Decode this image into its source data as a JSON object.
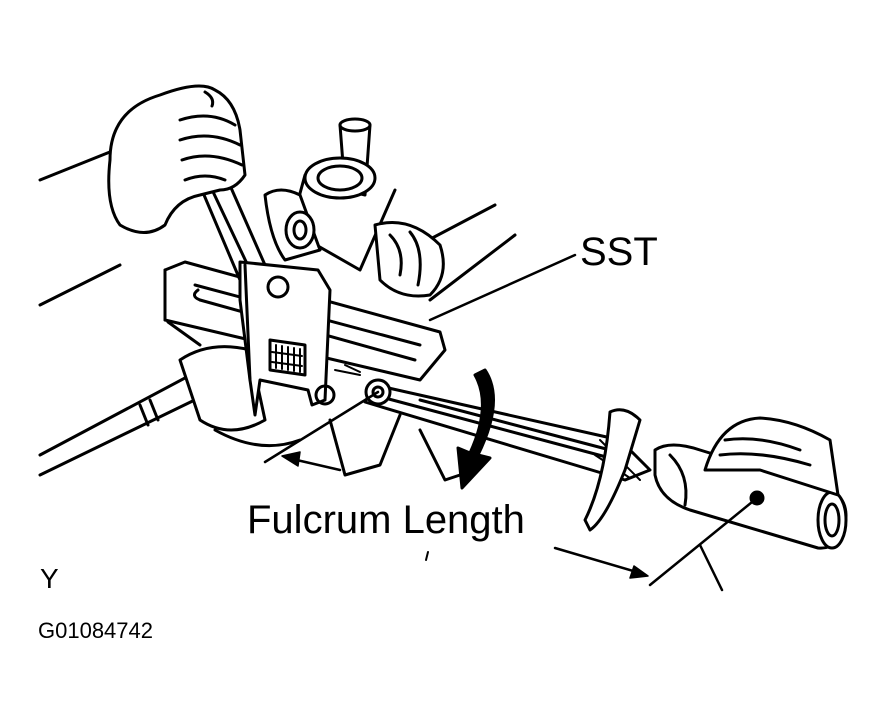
{
  "labels": {
    "sst": "SST",
    "fulcrum_length": "Fulcrum Length",
    "view": "Y",
    "figure_code": "G01084742"
  }
}
